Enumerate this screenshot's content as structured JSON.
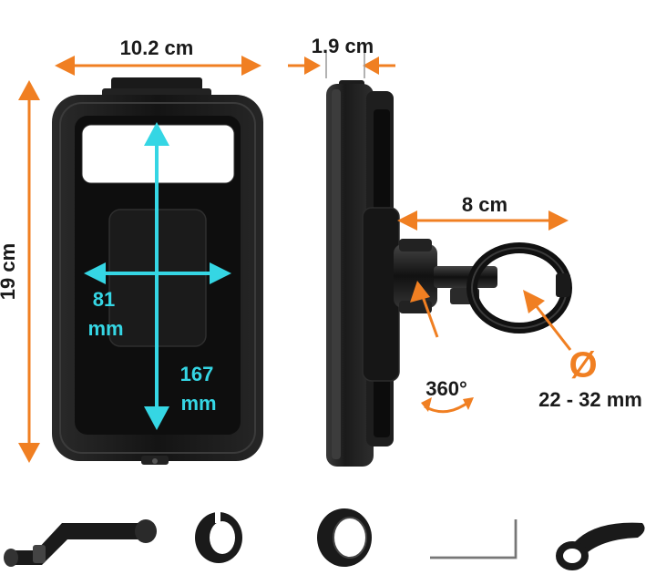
{
  "colors": {
    "orange": "#f07f22",
    "cyan": "#35d6e4",
    "body": "#1c1c1c",
    "dark_text": "#1a1a1a"
  },
  "dimensions": {
    "width": "10.2 cm",
    "depth": "1.9 cm",
    "height": "19 cm",
    "arm_length": "8 cm",
    "screen_width_value": "81",
    "screen_width_unit": "mm",
    "screen_height_value": "167",
    "screen_height_unit": "mm",
    "rotation": "360°",
    "diameter_symbol": "Ø",
    "diameter_range": "22 - 32 mm"
  },
  "accessories": [
    {
      "icon": "mirror-mount-adapter-icon"
    },
    {
      "icon": "thin-rubber-ring-icon"
    },
    {
      "icon": "thick-rubber-ring-icon"
    },
    {
      "icon": "allen-key-icon"
    },
    {
      "icon": "strap-icon"
    }
  ]
}
